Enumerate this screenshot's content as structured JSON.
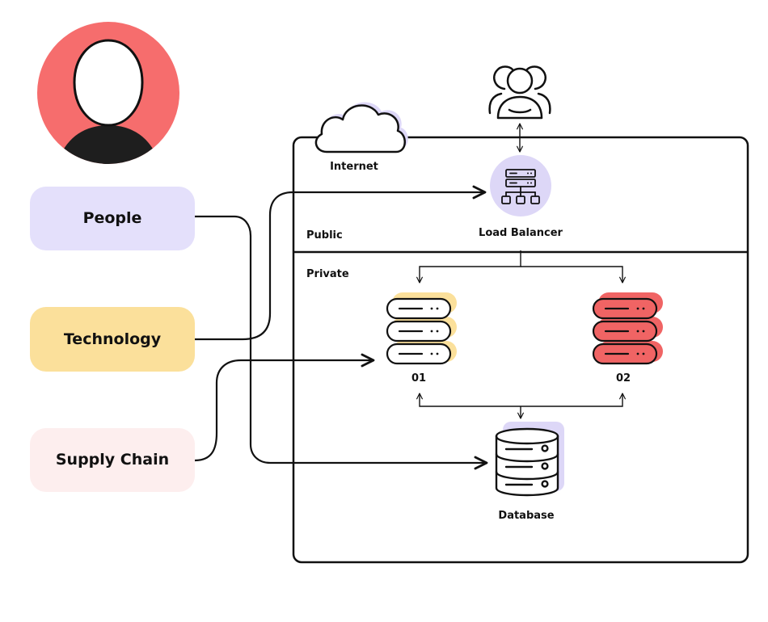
{
  "nodes": {
    "people": "People",
    "technology": "Technology",
    "supply_chain": "Supply Chain",
    "internet": "Internet",
    "public": "Public",
    "private": "Private",
    "load_balancer": "Load Balancer",
    "server_1": "01",
    "server_2": "02",
    "database": "Database"
  },
  "colors": {
    "avatar": "#f66d6d",
    "people_pill": "#e4e0fb",
    "technology_pill": "#fbe09b",
    "supply_chain_pill": "#fdeeee",
    "cloud": "#ddd7f7",
    "load_balancer": "#ddd7f7",
    "server_1": "#fbe09b",
    "server_2": "#f06464",
    "database": "#ddd7f7"
  },
  "icons": [
    "person-avatar-icon",
    "users-icon",
    "cloud-icon",
    "load-balancer-icon",
    "server-stack-icon",
    "database-icon"
  ]
}
